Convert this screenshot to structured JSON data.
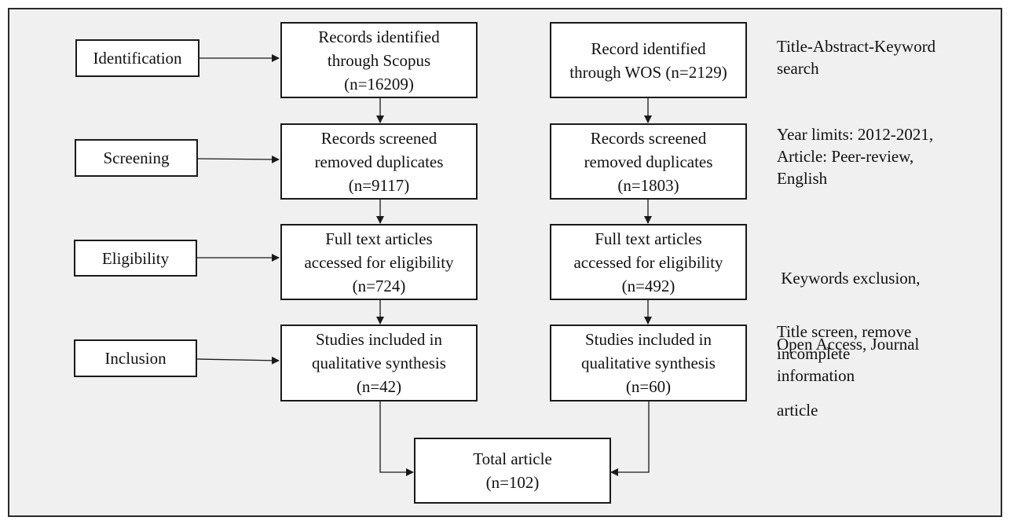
{
  "stages": {
    "identification": "Identification",
    "screening": "Screening",
    "eligibility": "Eligibility",
    "inclusion": "Inclusion"
  },
  "scopus": {
    "identified": [
      "Records identified",
      "through Scopus",
      "(n=16209)"
    ],
    "screened": [
      "Records screened",
      "removed duplicates",
      "(n=9117)"
    ],
    "eligible": [
      "Full text articles",
      "accessed for eligibility",
      "(n=724)"
    ],
    "included": [
      "Studies included in",
      "qualitative synthesis",
      "(n=42)"
    ]
  },
  "wos": {
    "identified": [
      "Record identified",
      "through WOS (n=2129)"
    ],
    "screened": [
      "Records screened",
      "removed duplicates",
      "(n=1803)"
    ],
    "eligible": [
      "Full text articles",
      "accessed for eligibility",
      "(n=492)"
    ],
    "included": [
      "Studies included in",
      "qualitative synthesis",
      "(n=60)"
    ]
  },
  "total": [
    "Total article",
    "(n=102)"
  ],
  "notes": {
    "identification": [
      "Title-Abstract-Keyword",
      "search"
    ],
    "screening": [
      "Year limits: 2012-2021,",
      "Article: Peer-review,",
      "English"
    ],
    "eligibility": [
      " Keywords exclusion,",
      "Open Access, Journal",
      "article"
    ],
    "inclusion": [
      "Title screen, remove",
      "incomplete",
      "information"
    ]
  }
}
